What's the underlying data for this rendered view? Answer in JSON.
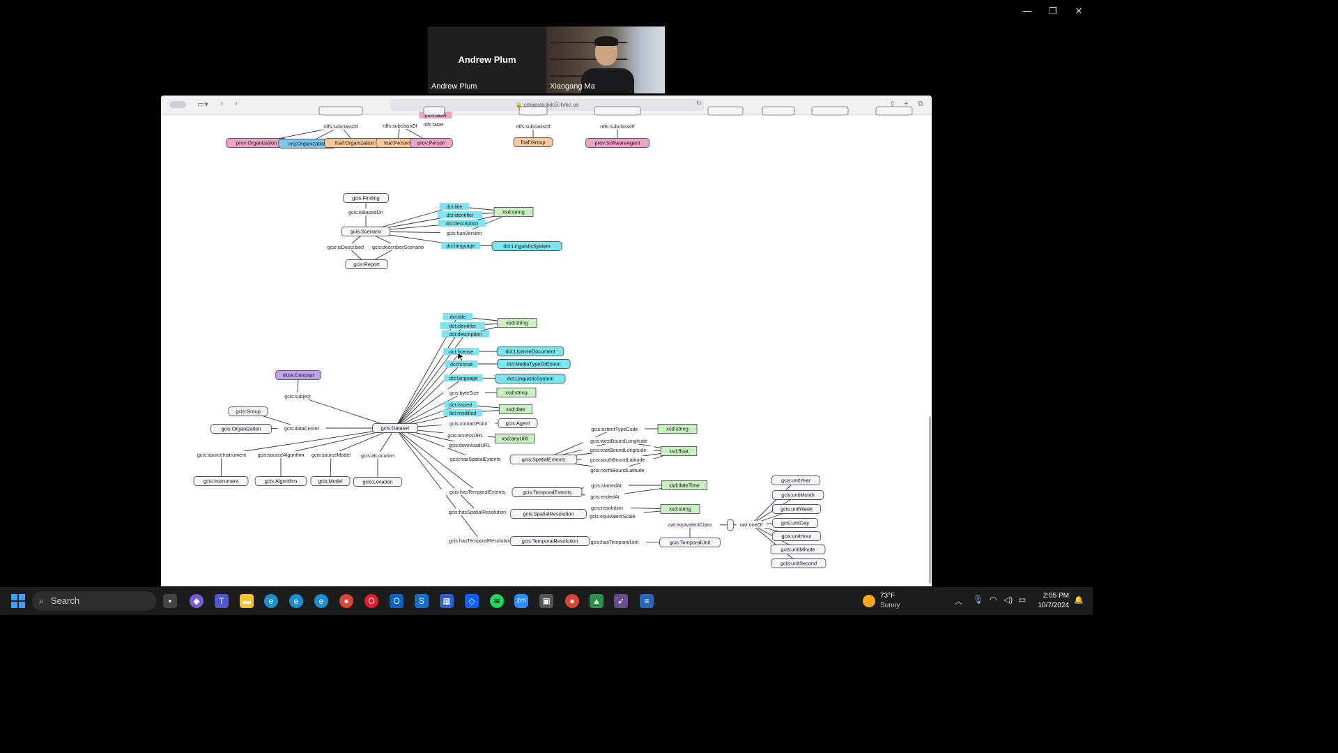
{
  "participants": [
    {
      "display": "Andrew Plum",
      "label": "Andrew Plum"
    },
    {
      "label": "Xiaogang Ma"
    }
  ],
  "browser": {
    "url": "cmapspublic3.ihmc.us"
  },
  "taskbar": {
    "search_label": "Search",
    "weather_temp": "73°F",
    "weather_desc": "Sunny",
    "time": "2:05 PM",
    "date": "10/7/2024"
  },
  "cmap": {
    "nodes": [
      {
        "id": "prov_org",
        "label": "prov:Organization",
        "cls": "pink"
      },
      {
        "id": "org_org",
        "label": "org:Organization",
        "cls": "blue"
      },
      {
        "id": "foaf_org",
        "label": "foaf:Organization",
        "cls": "orange"
      },
      {
        "id": "foaf_person",
        "label": "foaf:Person",
        "cls": "orange"
      },
      {
        "id": "prov_person",
        "label": "prov:Person",
        "cls": "pink"
      },
      {
        "id": "foaf_group",
        "label": "foaf:Group",
        "cls": "orange"
      },
      {
        "id": "prov_sw",
        "label": "prov:SoftwareAgent",
        "cls": "pink"
      },
      {
        "id": "finding",
        "label": "gcis:Finding",
        "cls": "node"
      },
      {
        "id": "scenario",
        "label": "gcis:Scenario",
        "cls": "node"
      },
      {
        "id": "report",
        "label": "gcis:Report",
        "cls": "node"
      },
      {
        "id": "xsd_string1",
        "label": "xsd:string",
        "cls": "green"
      },
      {
        "id": "dct_ling1",
        "label": "dct:LinguisticSystem",
        "cls": "cyan"
      },
      {
        "id": "xsd_string2",
        "label": "xsd:string",
        "cls": "green"
      },
      {
        "id": "dct_license",
        "label": "dct:LicenseDocument",
        "cls": "cyan"
      },
      {
        "id": "dct_media",
        "label": "dct:MediaTypeOrExtent",
        "cls": "cyan"
      },
      {
        "id": "dct_ling2",
        "label": "dct:LinguisticSystem",
        "cls": "cyan"
      },
      {
        "id": "xsd_string3",
        "label": "xsd:string",
        "cls": "green"
      },
      {
        "id": "xsd_date",
        "label": "xsd:date",
        "cls": "green"
      },
      {
        "id": "gcis_agent",
        "label": "gcis:Agent",
        "cls": "node"
      },
      {
        "id": "xsd_anyuri",
        "label": "xsd:anyURI",
        "cls": "green"
      },
      {
        "id": "skos",
        "label": "skos:Concept",
        "cls": "purple"
      },
      {
        "id": "gcis_group",
        "label": "gcis:Group",
        "cls": "node"
      },
      {
        "id": "gcis_org",
        "label": "gcis:Organization",
        "cls": "node"
      },
      {
        "id": "dataset",
        "label": "gcis:Dataset",
        "cls": "node"
      },
      {
        "id": "instrument",
        "label": "gcis:Instrument",
        "cls": "node"
      },
      {
        "id": "algorithm",
        "label": "gcis:Algorithm",
        "cls": "node"
      },
      {
        "id": "model",
        "label": "gcis:Model",
        "cls": "node"
      },
      {
        "id": "location",
        "label": "gcis:Location",
        "cls": "node"
      },
      {
        "id": "spatialext",
        "label": "gcis:SpatialExtents",
        "cls": "node"
      },
      {
        "id": "xsd_string4",
        "label": "xsd:string",
        "cls": "green"
      },
      {
        "id": "xsd_float",
        "label": "xsd:float",
        "cls": "green"
      },
      {
        "id": "temporalext",
        "label": "gcis:TemporalExtents",
        "cls": "node"
      },
      {
        "id": "xsd_datetime",
        "label": "xsd:dateTime",
        "cls": "green"
      },
      {
        "id": "spatialres",
        "label": "gcis:SpatialResolution",
        "cls": "node"
      },
      {
        "id": "xsd_string5",
        "label": "xsd:string",
        "cls": "green"
      },
      {
        "id": "temporalres",
        "label": "gcis:TemporalResolution",
        "cls": "node"
      },
      {
        "id": "temporalunit",
        "label": "gcis:TemporalUnit",
        "cls": "node"
      },
      {
        "id": "oneof_node",
        "label": "",
        "cls": "node"
      },
      {
        "id": "u_year",
        "label": "gcis:unitYear",
        "cls": "node"
      },
      {
        "id": "u_month",
        "label": "gcis:unitMonth",
        "cls": "node"
      },
      {
        "id": "u_week",
        "label": "gcis:unitWeek",
        "cls": "node"
      },
      {
        "id": "u_day",
        "label": "gcis:unitDay",
        "cls": "node"
      },
      {
        "id": "u_hour",
        "label": "gcis:unitHour",
        "cls": "node"
      },
      {
        "id": "u_minute",
        "label": "gcis:unitMinute",
        "cls": "node"
      },
      {
        "id": "u_second",
        "label": "gcis:unitSecond",
        "cls": "node"
      }
    ],
    "link_labels": [
      {
        "id": "l_sub1",
        "label": "rdfs:subclassOf",
        "cls": "plain"
      },
      {
        "id": "l_sub2",
        "label": "rdfs:subclassOf",
        "cls": "plain"
      },
      {
        "id": "l_rdfslabel",
        "label": "rdfs:label",
        "cls": "plain"
      },
      {
        "id": "l_provlabel",
        "label": "prov:label",
        "cls": "pinklabel"
      },
      {
        "id": "l_sub3",
        "label": "rdfs:subclassOf",
        "cls": "plain"
      },
      {
        "id": "l_sub4",
        "label": "rdfs:subclassOf",
        "cls": "plain"
      },
      {
        "id": "l_basedon",
        "label": "gcis:isBasedOn",
        "cls": "plain"
      },
      {
        "id": "l_s_title",
        "label": "dct:title",
        "cls": "cyan"
      },
      {
        "id": "l_s_ident",
        "label": "dct:identifier",
        "cls": "cyan"
      },
      {
        "id": "l_s_desc",
        "label": "dct:description",
        "cls": "cyan"
      },
      {
        "id": "l_s_version",
        "label": "gcis:hasVersion",
        "cls": "plain"
      },
      {
        "id": "l_s_lang",
        "label": "dct:language",
        "cls": "cyan"
      },
      {
        "id": "l_describedin",
        "label": "gcis:isDescribedIn",
        "cls": "plain"
      },
      {
        "id": "l_describes",
        "label": "gcis:describesScenario",
        "cls": "plain"
      },
      {
        "id": "l_d_title",
        "label": "dct:title",
        "cls": "cyan"
      },
      {
        "id": "l_d_ident",
        "label": "dct:identifier",
        "cls": "cyan"
      },
      {
        "id": "l_d_desc",
        "label": "dct:description",
        "cls": "cyan"
      },
      {
        "id": "l_d_license",
        "label": "dct:license",
        "cls": "cyan"
      },
      {
        "id": "l_d_format",
        "label": "dct:format",
        "cls": "cyan"
      },
      {
        "id": "l_d_lang",
        "label": "dct:language",
        "cls": "cyan"
      },
      {
        "id": "l_d_bytesize",
        "label": "gcis:byteSize",
        "cls": "plain"
      },
      {
        "id": "l_d_issued",
        "label": "dct:issued",
        "cls": "cyan"
      },
      {
        "id": "l_d_modified",
        "label": "dct:modified",
        "cls": "cyan"
      },
      {
        "id": "l_d_contact",
        "label": "gcis:contactPoint",
        "cls": "plain"
      },
      {
        "id": "l_d_access",
        "label": "gcis:accessURL",
        "cls": "plain"
      },
      {
        "id": "l_d_download",
        "label": "gcis:downloadURL",
        "cls": "plain"
      },
      {
        "id": "l_d_spatial",
        "label": "gcis:hasSpatialExtents",
        "cls": "plain"
      },
      {
        "id": "l_d_temporal",
        "label": "gcis:hasTemporalExtents",
        "cls": "plain"
      },
      {
        "id": "l_d_spatialres",
        "label": "gcis:hasSpatialResolution",
        "cls": "plain"
      },
      {
        "id": "l_d_temporalres",
        "label": "gcis:hasTemporalResolution",
        "cls": "plain"
      },
      {
        "id": "l_subject",
        "label": "gcis:subject",
        "cls": "plain"
      },
      {
        "id": "l_datacenter",
        "label": "gcis:dataCenter",
        "cls": "plain"
      },
      {
        "id": "l_srcinst",
        "label": "gcis:sourceInstrument",
        "cls": "plain"
      },
      {
        "id": "l_srcalg",
        "label": "gcis:sourceAlgorithm",
        "cls": "plain"
      },
      {
        "id": "l_srcmodel",
        "label": "gcis:sourceModel",
        "cls": "plain"
      },
      {
        "id": "l_atloc",
        "label": "gcis:atLocation",
        "cls": "plain"
      },
      {
        "id": "l_exttype",
        "label": "gcis:extentTypeCode",
        "cls": "plain"
      },
      {
        "id": "l_west",
        "label": "gcis:westBoundLongitude",
        "cls": "plain"
      },
      {
        "id": "l_east",
        "label": "gcis:eastBoundLongitude",
        "cls": "plain"
      },
      {
        "id": "l_south",
        "label": "gcis:southBoundLatitude",
        "cls": "plain"
      },
      {
        "id": "l_north",
        "label": "gcis:northBoundLatitude",
        "cls": "plain"
      },
      {
        "id": "l_started",
        "label": "gcis:startedAt",
        "cls": "plain"
      },
      {
        "id": "l_ended",
        "label": "gcis:endedAt",
        "cls": "plain"
      },
      {
        "id": "l_resolution",
        "label": "gcis:resolution",
        "cls": "plain"
      },
      {
        "id": "l_eqscale",
        "label": "gcis:equivalentScale",
        "cls": "plain"
      },
      {
        "id": "l_hasunit",
        "label": "gcis:hasTemporalUnit",
        "cls": "plain"
      },
      {
        "id": "l_eqclass",
        "label": "owl:equivalentClass",
        "cls": "plain"
      },
      {
        "id": "l_oneof",
        "label": "owl:oneOf",
        "cls": "plain"
      }
    ],
    "colors": {
      "pink": "#f0a3c8",
      "blue": "#7ec6f0",
      "orange": "#f7c89c",
      "green": "#c9f0c0",
      "cyan": "#79e6f0",
      "purple": "#bfa2ec",
      "node": "#f4f6f9",
      "cyanlabel": "#7fe3ef",
      "pinklabel": "#f0a3c8"
    }
  }
}
